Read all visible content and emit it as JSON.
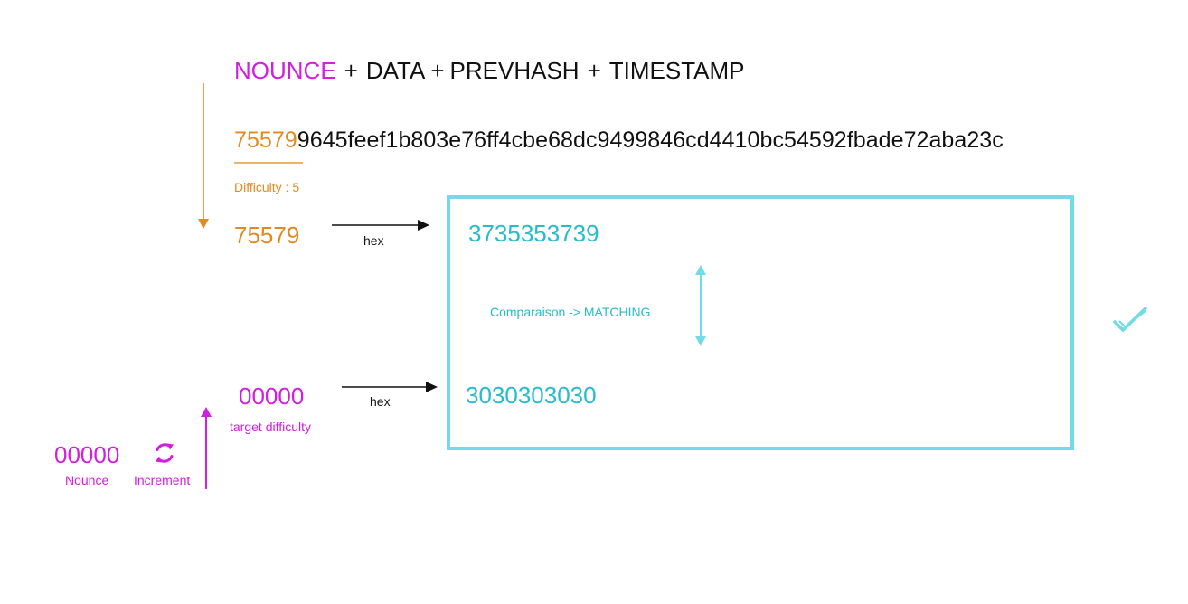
{
  "formula": {
    "nonce": "NOUNCE",
    "plus_1": "+",
    "data": "DATA",
    "plus_2": "+",
    "prevhash": "PREVHASH",
    "plus_3": "+",
    "timestamp": "TIMESTAMP"
  },
  "hash": {
    "prefix": "75579",
    "rest": "9645feef1b803e76ff4cbe68dc9499846cd4410bc54592fbade72aba23c"
  },
  "difficulty_label": "Difficulty : 5",
  "prefix_value": "75579",
  "hex_label_1": "hex",
  "hex_label_2": "hex",
  "hex_prefix": "3735353739",
  "comparison_label": "Comparaison -> MATCHING",
  "hex_target": "3030303030",
  "target_value": "00000",
  "target_label": "target difficulty",
  "nonce_value": "00000",
  "nonce_label": "Nounce",
  "increment_label": "Increment",
  "colors": {
    "magenta": "#d21ede",
    "orange": "#e2891f",
    "cyan": "#25bccb",
    "light_cyan": "#72dbe6",
    "black": "#111111"
  },
  "icons": {
    "refresh": "refresh-icon",
    "check": "double-check-icon"
  }
}
